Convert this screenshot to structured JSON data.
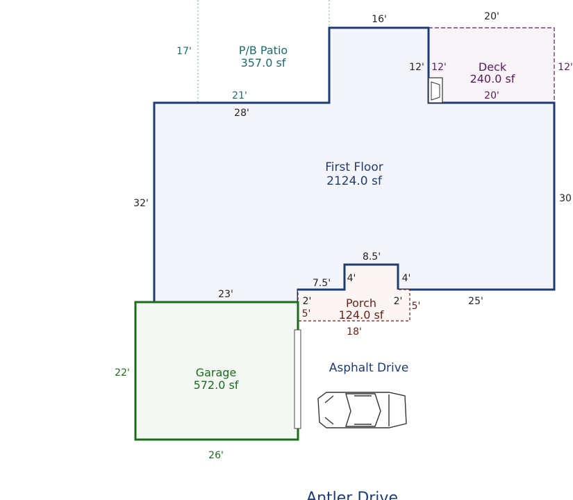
{
  "first_floor": {
    "name": "First Floor",
    "area": "2124.0 sf",
    "color": "#1f3b73",
    "dims": {
      "top_left": "28'",
      "left": "32'",
      "right": "30",
      "bottom_right": "25'",
      "bottom_left": "23'"
    }
  },
  "patio": {
    "name": "P/B Patio",
    "area": "357.0 sf",
    "color": "#1b6b6b",
    "dims": {
      "left": "17'",
      "bottom": "21'"
    }
  },
  "upper": {
    "dims": {
      "top": "16'",
      "right": "12'"
    }
  },
  "deck": {
    "name": "Deck",
    "area": "240.0 sf",
    "color": "#5a1a5e",
    "dims": {
      "top": "20'",
      "left": "12'",
      "right": "12'",
      "bottom": "20'"
    }
  },
  "porch": {
    "name": "Porch",
    "area": "124.0 sf",
    "color": "#6b1f14",
    "dims": {
      "top": "8.5'",
      "step_left_h": "7.5'",
      "step_left_v": "4'",
      "step_right_v": "4'",
      "left_upper": "2'",
      "left_lower": "5'",
      "right_upper": "2'",
      "right_lower": "5'",
      "bottom": "18'"
    }
  },
  "garage": {
    "name": "Garage",
    "area": "572.0 sf",
    "color": "#1a6b1a",
    "dims": {
      "left": "22'",
      "bottom": "26'"
    }
  },
  "drive": {
    "label": "Asphalt Drive"
  },
  "street": {
    "label": "Antler Drive"
  }
}
